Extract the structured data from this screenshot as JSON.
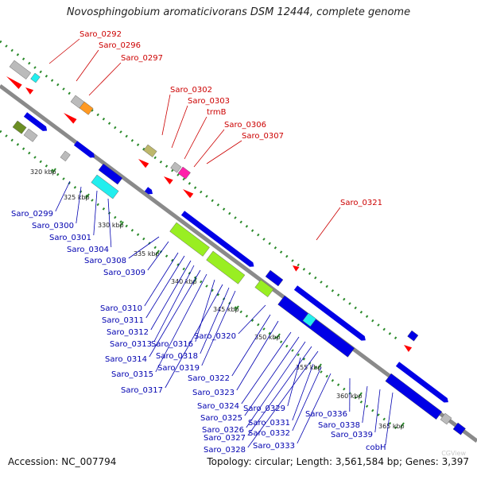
{
  "title": "Novosphingobium aromaticivorans DSM 12444, complete genome",
  "accession": "Accession: NC_007794",
  "topology": "Topology: circular; Length: 3,561,584 bp; Genes: 3,397",
  "watermark": "CGView",
  "colors": {
    "backbone": "#8a8a8a",
    "tick": "#2a8a2a",
    "cds_forward": "#0000e6",
    "cds_reverse": "#ff0000",
    "label_forward": "#0000b0",
    "label_reverse": "#cc0000",
    "cog_green": "#99ee22",
    "cog_cyan": "#22eeee",
    "cog_orange": "#ff9922",
    "cog_magenta": "#ff22aa",
    "cog_olive": "#6b8e23",
    "cog_khaki": "#bdb76b",
    "cog_grey": "#bbbbbb"
  },
  "kbp_ticks": [
    "320 kbp",
    "325 kbp",
    "330 kbp",
    "335 kbp",
    "340 kbp",
    "345 kbp",
    "350 kbp",
    "355 kbp",
    "360 kbp",
    "365 kbp"
  ],
  "upper_labels": [
    "Saro_0292",
    "Saro_0296",
    "Saro_0297",
    "Saro_0302",
    "Saro_0303",
    "trmB",
    "Saro_0306",
    "Saro_0307",
    "Saro_0321"
  ],
  "lower_labels": [
    "Saro_0299",
    "Saro_0300",
    "Saro_0301",
    "Saro_0304",
    "Saro_0308",
    "Saro_0309",
    "Saro_0310",
    "Saro_0311",
    "Saro_0312",
    "Saro_0313",
    "Saro_0314",
    "Saro_0315",
    "Saro_0316",
    "Saro_0317",
    "Saro_0318",
    "Saro_0319",
    "Saro_0320",
    "Saro_0322",
    "Saro_0323",
    "Saro_0324",
    "Saro_0325",
    "Saro_0326",
    "Saro_0327",
    "Saro_0328",
    "Saro_0329",
    "Saro_0331",
    "Saro_0332",
    "Saro_0333",
    "Saro_0336",
    "Saro_0338",
    "Saro_0339",
    "cobH"
  ]
}
